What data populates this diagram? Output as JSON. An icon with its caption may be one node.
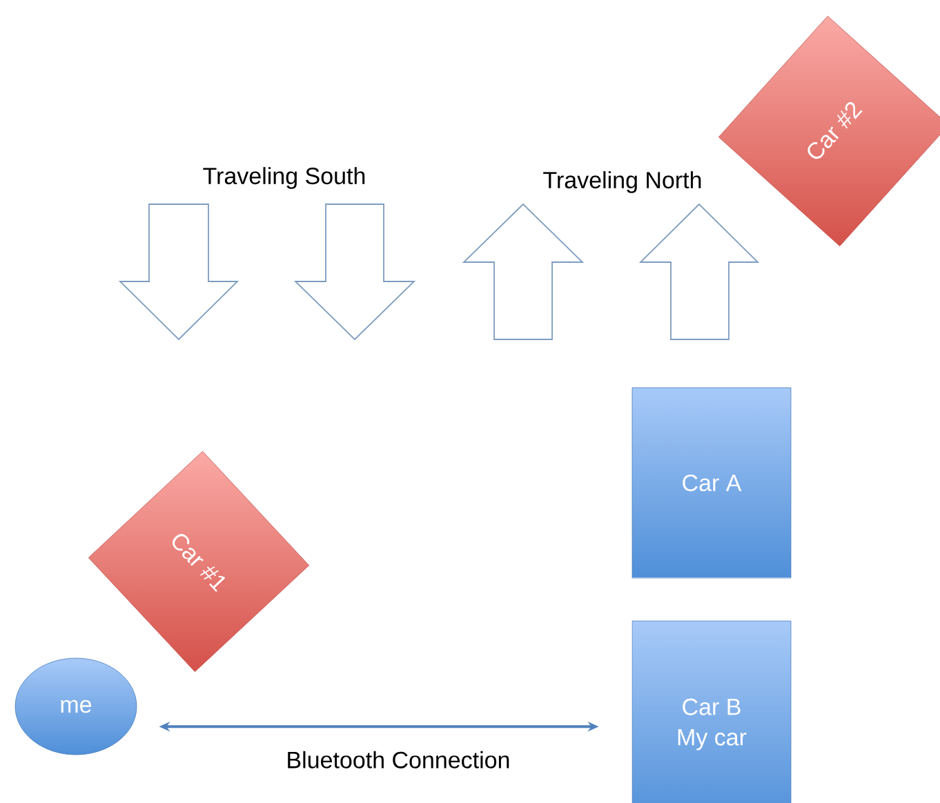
{
  "diagram": {
    "nodes": [
      {
        "text": [
          "Car #2"
        ]
      },
      {
        "text": [
          "Car A"
        ]
      },
      {
        "text": [
          "Car #1"
        ]
      },
      {
        "text": [
          "Car B",
          "My car"
        ]
      },
      {
        "text": [
          "me"
        ]
      }
    ],
    "edges": [
      {
        "from": 4,
        "to": 3,
        "arrow": "both",
        "label": "Bluetooth Connection"
      }
    ],
    "labels": [
      "Traveling South",
      "Traveling North"
    ]
  }
}
